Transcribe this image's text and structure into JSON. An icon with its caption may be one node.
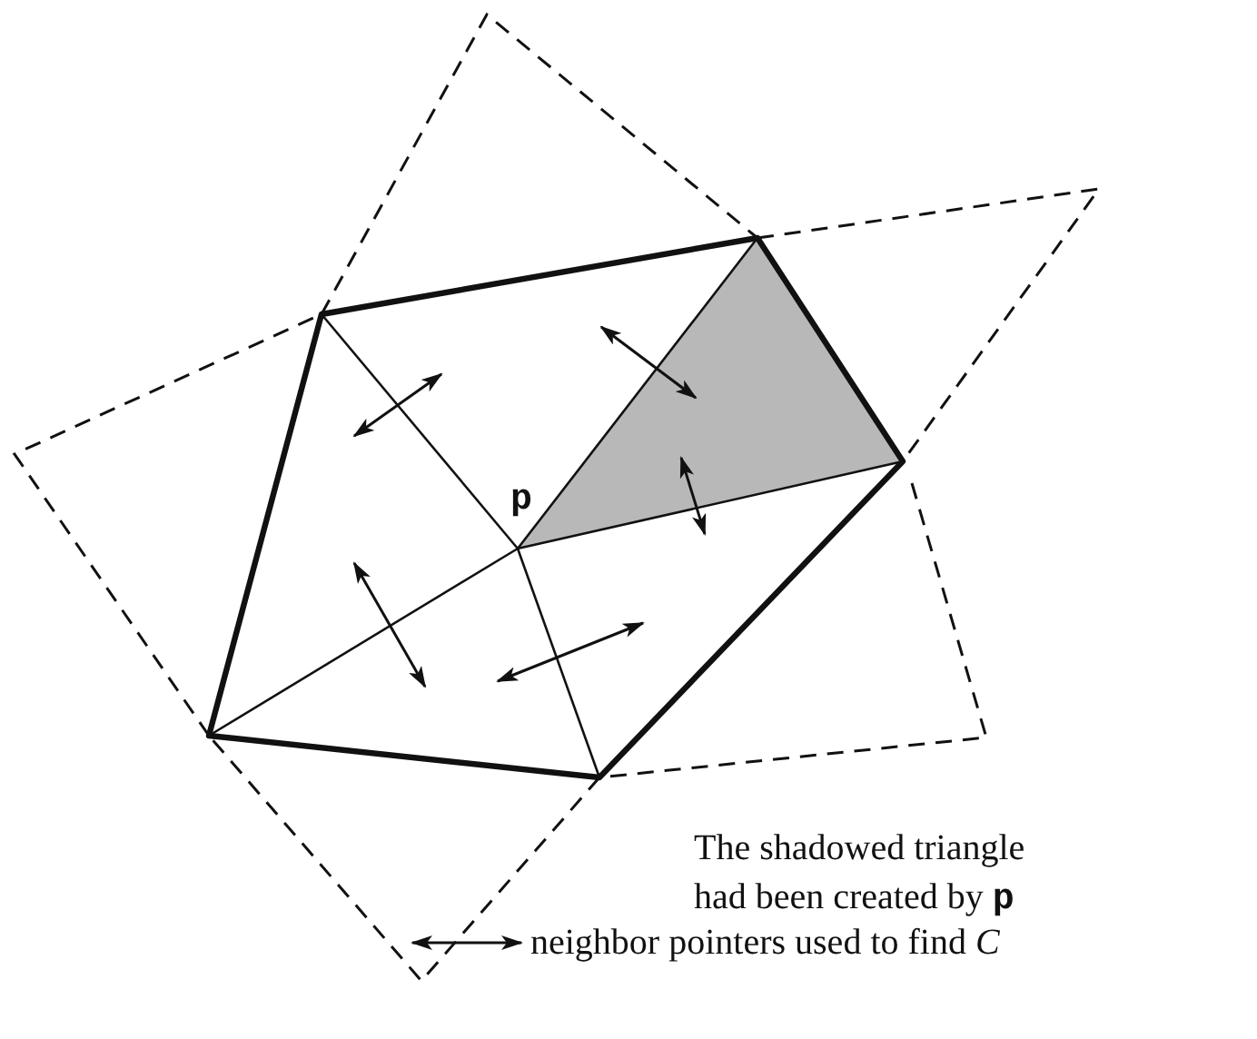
{
  "diagram": {
    "labels": [
      "p",
      "The shadowed triangle had been created by **p**"
    ],
    "legend": [
      {
        "text": "neighbor pointers used to find *C*"
      }
    ]
  }
}
